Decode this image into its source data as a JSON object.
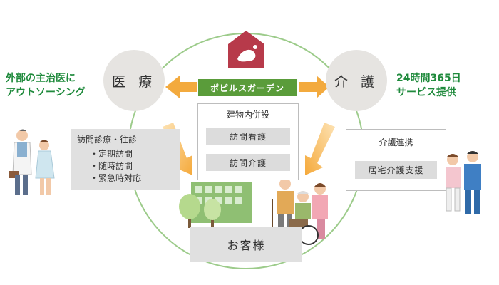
{
  "hubs": {
    "medical": "医 療",
    "care": "介 護"
  },
  "left_note": {
    "line1": "外部の主治医に",
    "line2": "アウトソーシング"
  },
  "right_note": {
    "line1": "24時間365日",
    "line2": "サービス提供"
  },
  "center_bar": "ポピルスガーデン",
  "building_box": {
    "title": "建物内併設",
    "items": [
      "訪問看護",
      "訪問介護"
    ]
  },
  "medical_box": {
    "title": "訪問診療・往診",
    "items": [
      "・定期訪問",
      "・随時訪問",
      "・緊急時対応"
    ]
  },
  "care_box": {
    "title": "介護連携",
    "item": "居宅介護支援"
  },
  "customer": "お客様",
  "colors": {
    "logo": "#b73a4a",
    "bar_green": "#5a9c3a",
    "note_green": "#1f8a3c",
    "arrow": "#f5b04a",
    "hub": "#e6e4e1",
    "circle": "#9ccb8a"
  },
  "icons": [
    "house-logo-icon",
    "arrow-left-icon",
    "arrow-right-icon",
    "arrow-down-icon",
    "building-icon",
    "tree-icon",
    "doctor-nurse-illustration",
    "elderly-wheelchair-illustration",
    "caregiver-illustration"
  ]
}
